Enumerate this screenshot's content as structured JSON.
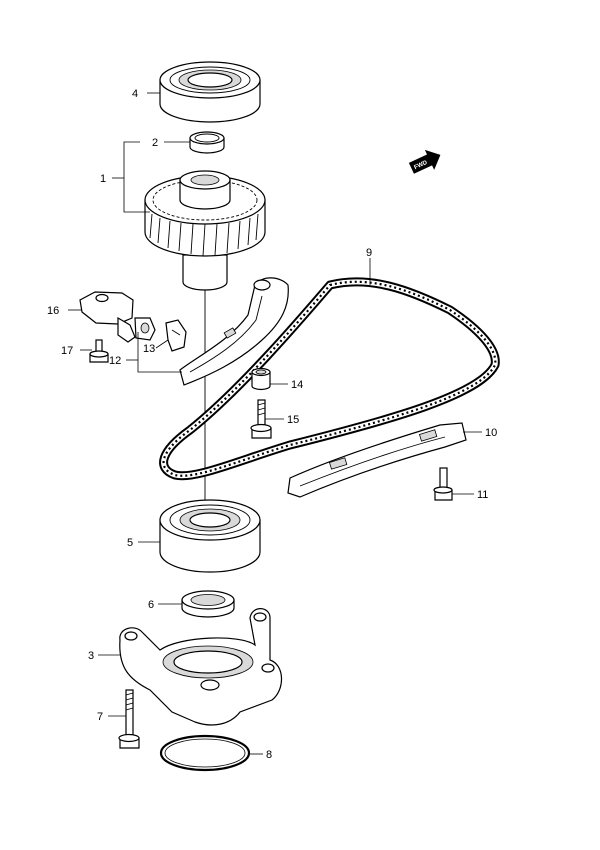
{
  "fwd_label": "FWD",
  "callouts": {
    "c1": "1",
    "c2": "2",
    "c3": "3",
    "c4": "4",
    "c5": "5",
    "c6": "6",
    "c7": "7",
    "c8": "8",
    "c9": "9",
    "c10": "10",
    "c11": "11",
    "c12": "12",
    "c13": "13",
    "c14": "14",
    "c15": "15",
    "c16": "16",
    "c17": "17"
  }
}
